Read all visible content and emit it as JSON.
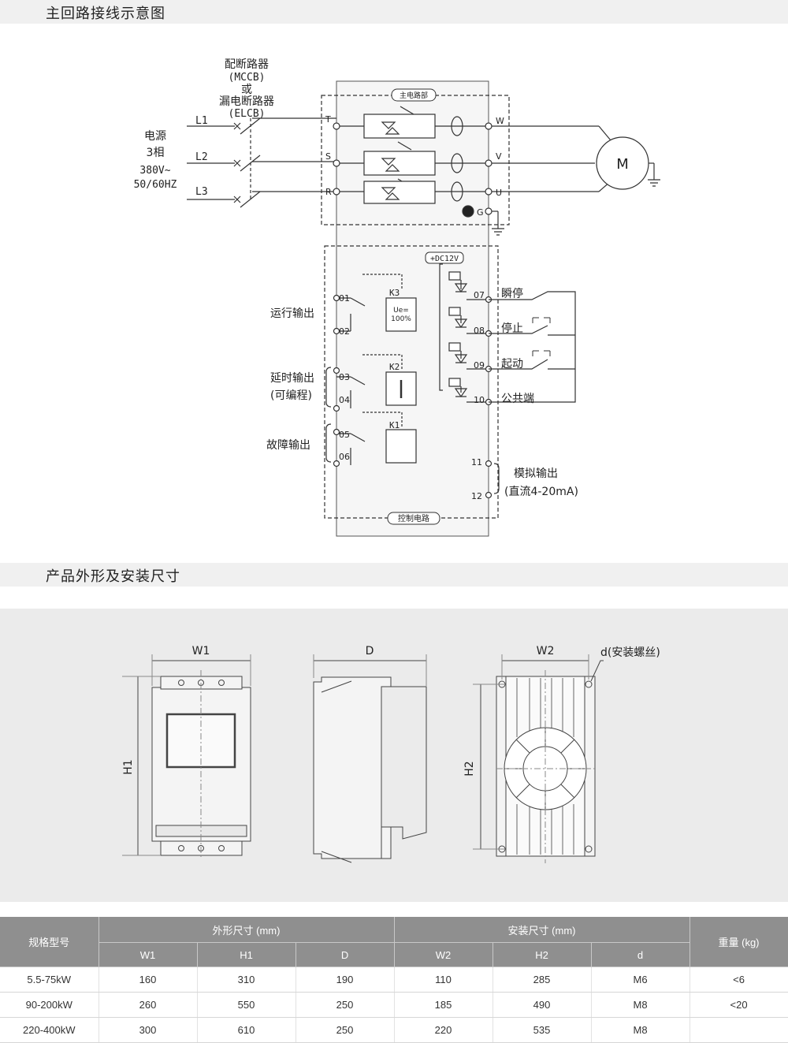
{
  "sections": {
    "wiring_title": "主回路接线示意图",
    "dims_title": "产品外形及安装尺寸"
  },
  "wiring": {
    "breaker": [
      "配断路器",
      "(MCCB)",
      "或",
      "漏电断路器",
      "(ELCB)"
    ],
    "power": [
      "电源",
      "3相",
      "380V~",
      "50/60HZ"
    ],
    "lines": [
      "L1",
      "L2",
      "L3"
    ],
    "inputs": [
      "T",
      "S",
      "R"
    ],
    "outputs": [
      "W",
      "V",
      "U"
    ],
    "ground": "G",
    "motor": "M",
    "main_circuit": "主电路部",
    "control_circuit": "控制电路",
    "dc": "+DC12V",
    "relays": [
      "K3",
      "K2",
      "K1"
    ],
    "k3_note": [
      "Ue=",
      "100%"
    ],
    "left_terminals": [
      "01",
      "02",
      "03",
      "04",
      "05",
      "06"
    ],
    "right_terminals": [
      "07",
      "08",
      "09",
      "10",
      "11",
      "12"
    ],
    "run_output": "运行输出",
    "delay_output": [
      "延时输出",
      "(可编程)"
    ],
    "fault_output": "故障输出",
    "right_labels": [
      "瞬停",
      "停止",
      "起动",
      "公共端"
    ],
    "analog": [
      "模拟输出",
      "(直流4-20mA)"
    ]
  },
  "dims": {
    "W1": "W1",
    "H1": "H1",
    "D": "D",
    "W2": "W2",
    "H2": "H2",
    "screw": "d(安装螺丝)"
  },
  "table": {
    "model_header": "规格型号",
    "outer_header": "外形尺寸 (mm)",
    "install_header": "安装尺寸 (mm)",
    "weight_header": "重量 (kg)",
    "sub_headers": [
      "W1",
      "H1",
      "D",
      "W2",
      "H2",
      "d"
    ],
    "rows": [
      [
        "5.5-75kW",
        "160",
        "310",
        "190",
        "110",
        "285",
        "M6",
        "<6"
      ],
      [
        "90-200kW",
        "260",
        "550",
        "250",
        "185",
        "490",
        "M8",
        "<20"
      ],
      [
        "220-400kW",
        "300",
        "610",
        "250",
        "220",
        "535",
        "M8",
        ""
      ]
    ]
  }
}
